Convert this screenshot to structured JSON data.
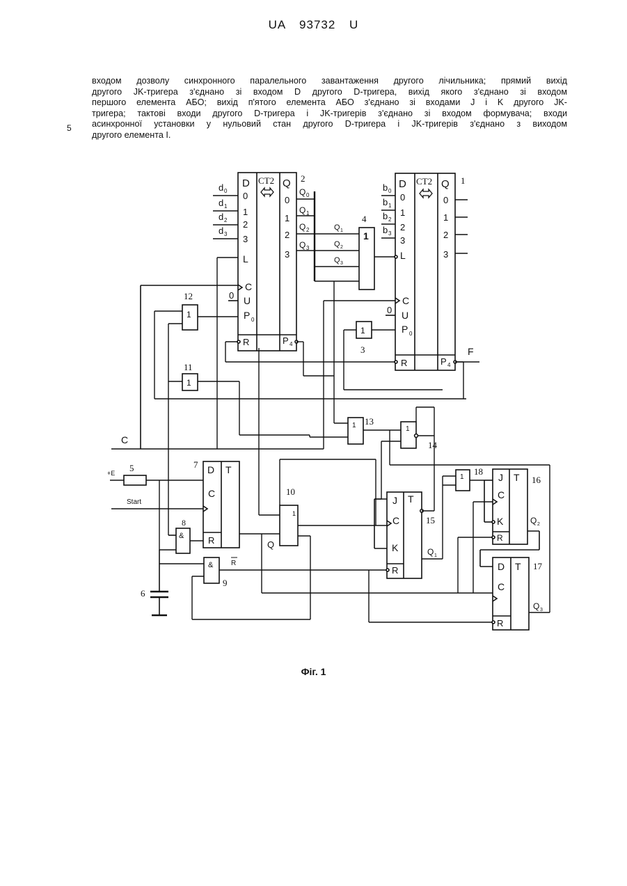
{
  "header": "UA  93732  U",
  "line_number": "5",
  "paragraph_lines": [
    "входом дозволу синхронного паралельного завантаження другого лічильника; прямий вихід",
    "другого JK-тригера з'єднано зі входом D другого D-тригера, вихід якого з'єднано зі входом",
    "першого елемента АБО; вихід п'ятого елемента АБО з'єднано зі входами J і K другого JK-",
    "тригера; тактові входи другого D-тригера і JK-тригерів з'єднано зі входом формувача; входи",
    "асинхронної установки у нульовий стан другого D-тригера і JK-тригерів з'єднано з виходом",
    "другого елемента І."
  ],
  "figure": {
    "caption": "Фіг. 1",
    "labels": {
      "n2": "2",
      "n1": "1",
      "n3": "3",
      "n4": "4",
      "n5": "5",
      "n6": "6",
      "n7": "7",
      "n8": "8",
      "n9": "9",
      "n10": "10",
      "n11": "11",
      "n12": "12",
      "n13": "13",
      "n14": "14",
      "n15": "15",
      "n16": "16",
      "n17": "17",
      "n18": "18",
      "ct2": "CT2",
      "D": "D",
      "Q": "Q",
      "L": "L",
      "C": "C",
      "U": "U",
      "R": "R",
      "T": "T",
      "J": "J",
      "K": "K",
      "P": "P",
      "zero": "0",
      "one": "1",
      "two": "2",
      "three": "3",
      "four": "4",
      "d": "d",
      "b": "b",
      "and": "&",
      "or": "1",
      "C_input": "C",
      "F": "F",
      "plusE": "+E",
      "start": "Start",
      "Q_out": "Q",
      "Rbar": "R"
    }
  }
}
